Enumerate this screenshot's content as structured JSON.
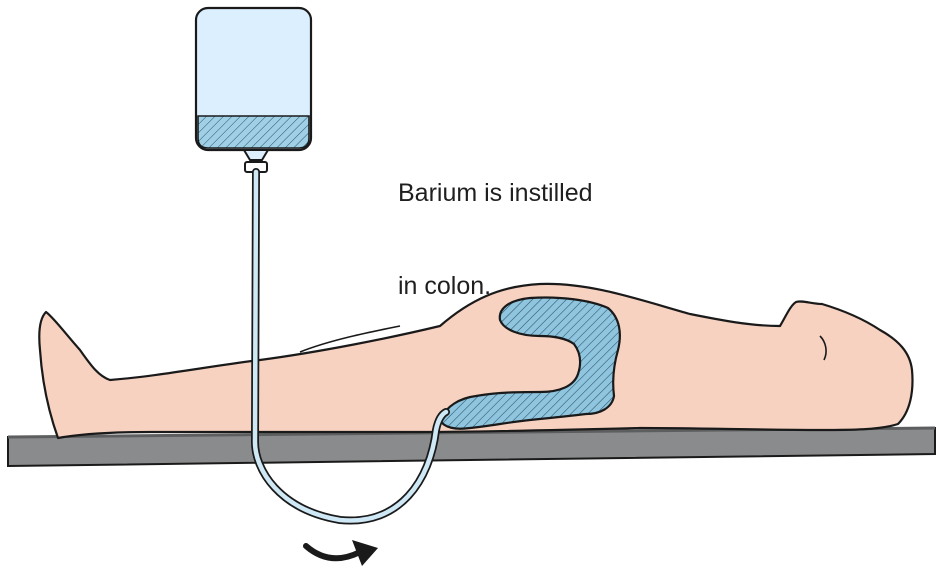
{
  "caption": {
    "line1": "Barium is instilled",
    "line2": "in colon."
  },
  "colors": {
    "skin": "#f7d2c1",
    "barium": "#8fc5de",
    "bag_fluid": "#b9dff0",
    "table_top": "#8a8b8c",
    "outline": "#1a1a1a"
  },
  "icons": {
    "arrow": "curved-rotation-arrow"
  }
}
